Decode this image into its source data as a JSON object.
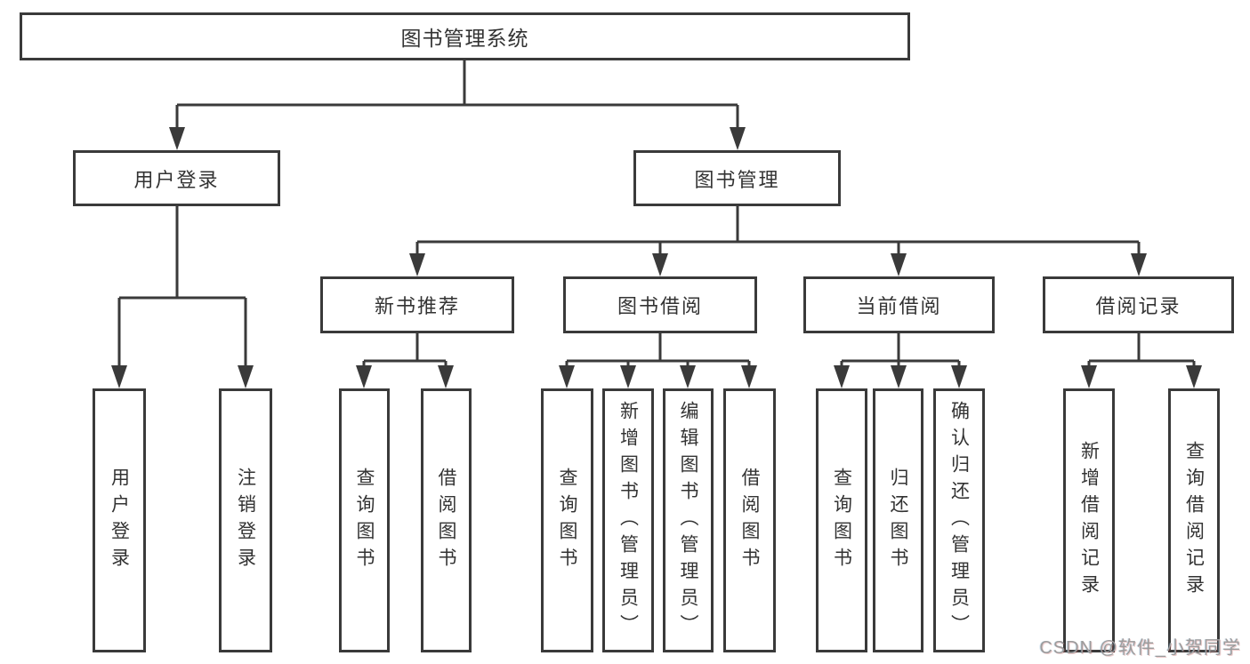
{
  "diagram": {
    "title": "图书管理系统",
    "branches": [
      {
        "label": "用户登录",
        "children": [
          {
            "label": "用户登录"
          },
          {
            "label": "注销登录"
          }
        ]
      },
      {
        "label": "图书管理",
        "children": [
          {
            "label": "新书推荐",
            "children": [
              {
                "label": "查询图书"
              },
              {
                "label": "借阅图书"
              }
            ]
          },
          {
            "label": "图书借阅",
            "children": [
              {
                "label": "查询图书"
              },
              {
                "label": "新增图书（管理员）"
              },
              {
                "label": "编辑图书（管理员）"
              },
              {
                "label": "借阅图书"
              }
            ]
          },
          {
            "label": "当前借阅",
            "children": [
              {
                "label": "查询图书"
              },
              {
                "label": "归还图书"
              },
              {
                "label": "确认归还（管理员）"
              }
            ]
          },
          {
            "label": "借阅记录",
            "children": [
              {
                "label": "新增借阅记录"
              },
              {
                "label": "查询借阅记录"
              }
            ]
          }
        ]
      }
    ],
    "watermark": "CSDN @软件_小贺同学",
    "colors": {
      "line": "#3a3a3a",
      "text": "#333333",
      "watermark": "#9c9c9c",
      "background": "#ffffff"
    }
  }
}
